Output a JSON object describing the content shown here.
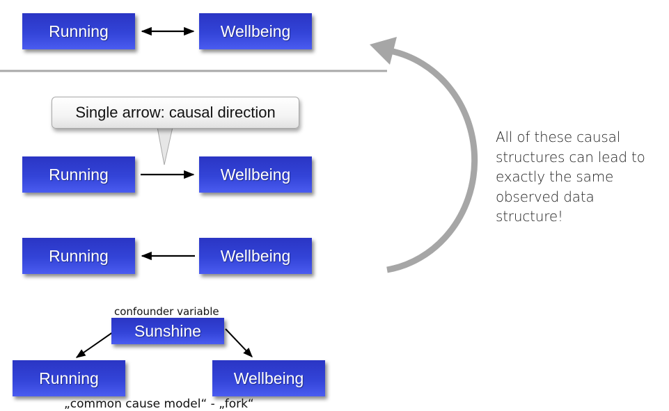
{
  "row1": {
    "left": "Running",
    "right": "Wellbeing",
    "relation": "bidirectional"
  },
  "callout": {
    "text": "Single arrow: causal direction"
  },
  "row2": {
    "left": "Running",
    "right": "Wellbeing",
    "relation": "running-causes-wellbeing"
  },
  "row3": {
    "left": "Running",
    "right": "Wellbeing",
    "relation": "wellbeing-causes-running"
  },
  "fork": {
    "confounder_label": "confounder variable",
    "top": "Sunshine",
    "left": "Running",
    "right": "Wellbeing",
    "caption": "„common cause model“ - „fork“"
  },
  "side_note": "All of these causal structures can lead to exactly the same observed data structure!",
  "colors": {
    "node": "#3344d8",
    "cycle_arrow": "#a6a6a6",
    "divider": "#a8a8a8"
  }
}
